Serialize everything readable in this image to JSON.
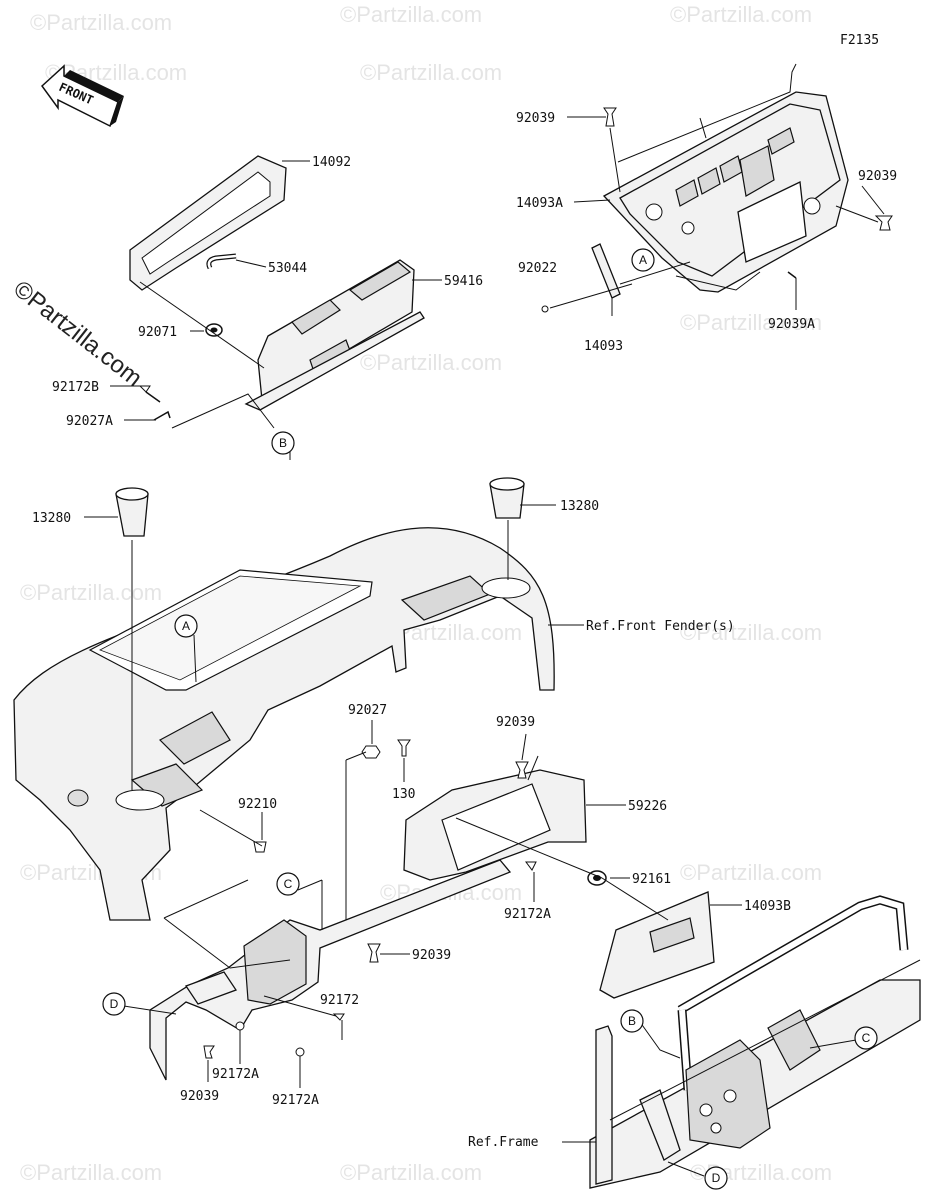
{
  "figure_code": "F2135",
  "front_badge": "FRONT",
  "watermark": "©Partzilla.com",
  "brand_vertical": "©Partzilla.com",
  "parts": [
    {
      "id": "14092",
      "label": "14092"
    },
    {
      "id": "53044",
      "label": "53044"
    },
    {
      "id": "59416",
      "label": "59416"
    },
    {
      "id": "92071",
      "label": "92071"
    },
    {
      "id": "92172B",
      "label": "92172B"
    },
    {
      "id": "92027A",
      "label": "92027A"
    },
    {
      "id": "92039-a",
      "label": "92039"
    },
    {
      "id": "14093A",
      "label": "14093A"
    },
    {
      "id": "92039-b",
      "label": "92039"
    },
    {
      "id": "92022",
      "label": "92022"
    },
    {
      "id": "14093",
      "label": "14093"
    },
    {
      "id": "92039A",
      "label": "92039A"
    },
    {
      "id": "13280-left",
      "label": "13280"
    },
    {
      "id": "13280-right",
      "label": "13280"
    },
    {
      "id": "ref-front-fender",
      "label": "Ref.Front Fender(s)"
    },
    {
      "id": "92027",
      "label": "92027"
    },
    {
      "id": "130",
      "label": "130"
    },
    {
      "id": "92039-c",
      "label": "92039"
    },
    {
      "id": "59226",
      "label": "59226"
    },
    {
      "id": "92210",
      "label": "92210"
    },
    {
      "id": "92161",
      "label": "92161"
    },
    {
      "id": "92172A-a",
      "label": "92172A"
    },
    {
      "id": "14093B",
      "label": "14093B"
    },
    {
      "id": "92039-d",
      "label": "92039"
    },
    {
      "id": "92172",
      "label": "92172"
    },
    {
      "id": "92172A-b",
      "label": "92172A"
    },
    {
      "id": "92039-e",
      "label": "92039"
    },
    {
      "id": "92172A-c",
      "label": "92172A"
    },
    {
      "id": "ref-frame",
      "label": "Ref.Frame"
    }
  ],
  "callouts": [
    {
      "id": "A-top",
      "letter": "A"
    },
    {
      "id": "B-top",
      "letter": "B"
    },
    {
      "id": "A-dash",
      "letter": "A"
    },
    {
      "id": "C-left",
      "letter": "C"
    },
    {
      "id": "D-left",
      "letter": "D"
    },
    {
      "id": "B-frame",
      "letter": "B"
    },
    {
      "id": "C-frame",
      "letter": "C"
    },
    {
      "id": "D-frame",
      "letter": "D"
    }
  ]
}
